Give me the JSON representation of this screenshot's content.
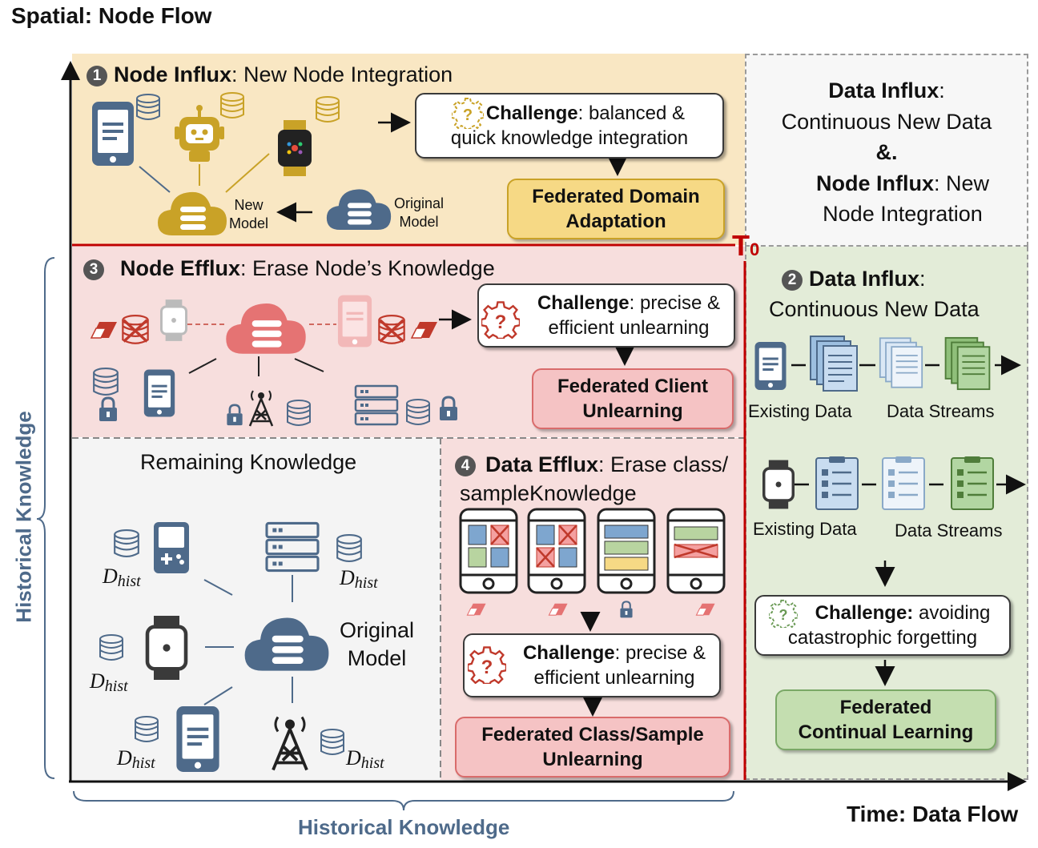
{
  "axes": {
    "y_title": "Spatial: Node Flow",
    "x_title": "Time: Data Flow",
    "left_brace_label": "Historical Knowledge",
    "bottom_brace_label": "Historical Knowledge",
    "t0_label": "T",
    "t0_sub": "0"
  },
  "node_influx": {
    "number": "1",
    "title_bold": "Node Influx",
    "title_rest": ": New Node Integration",
    "challenge_bold": "Challenge",
    "challenge_line1": ": balanced &",
    "challenge_line2": "quick knowledge integration",
    "method_line1": "Federated Domain",
    "method_line2": "Adaptation",
    "new_model_line1": "New",
    "new_model_line2": "Model",
    "original_model_line1": "Original",
    "original_model_line2": "Model"
  },
  "combined": {
    "bold1": "Data Influx",
    "rest1": ":",
    "line2": "Continuous New Data",
    "line3": "&.",
    "bold4": "Node Influx",
    "rest4": ": New",
    "line5": "Node Integration"
  },
  "node_efflux": {
    "number": "3",
    "title_bold": "Node Efflux",
    "title_rest": ": Erase Node’s Knowledge",
    "challenge_bold": "Challenge",
    "challenge_line1": ": precise &",
    "challenge_line2": "efficient unlearning",
    "method_line1": "Federated Client",
    "method_line2": "Unlearning"
  },
  "remaining": {
    "title": "Remaining Knowledge",
    "model_line1": "Original",
    "model_line2": "Model",
    "dhist_main": "D",
    "dhist_sub": "hist"
  },
  "data_efflux": {
    "number": "4",
    "title_bold": "Data Efflux",
    "title_rest": ": Erase class/",
    "title_line2": "sampleKnowledge",
    "challenge_bold": "Challenge",
    "challenge_line1": ": precise &",
    "challenge_line2": "efficient unlearning",
    "method_line1": "Federated Class/Sample",
    "method_line2": "Unlearning"
  },
  "data_influx": {
    "number": "2",
    "title_bold": "Data Influx",
    "title_rest": ":",
    "title_line2": "Continuous New Data",
    "existing_1": "Existing Data",
    "streams_1": "Data Streams",
    "existing_2": "Existing Data",
    "streams_2": "Data Streams",
    "challenge_bold": "Challenge:",
    "challenge_line1": " avoiding",
    "challenge_line2": "catastrophic forgetting",
    "method_line1": "Federated",
    "method_line2": "Continual Learning"
  },
  "colors": {
    "node_influx_bg": "#f9e7c3",
    "node_efflux_bg": "#f7dedd",
    "remaining_bg": "#f4f4f4",
    "data_influx_bg": "#e3ecd8",
    "gold": "#c9a227",
    "slate": "#4e6a8a",
    "red": "#c0392b",
    "green": "#6a9a55",
    "t0_line": "#c00000"
  }
}
